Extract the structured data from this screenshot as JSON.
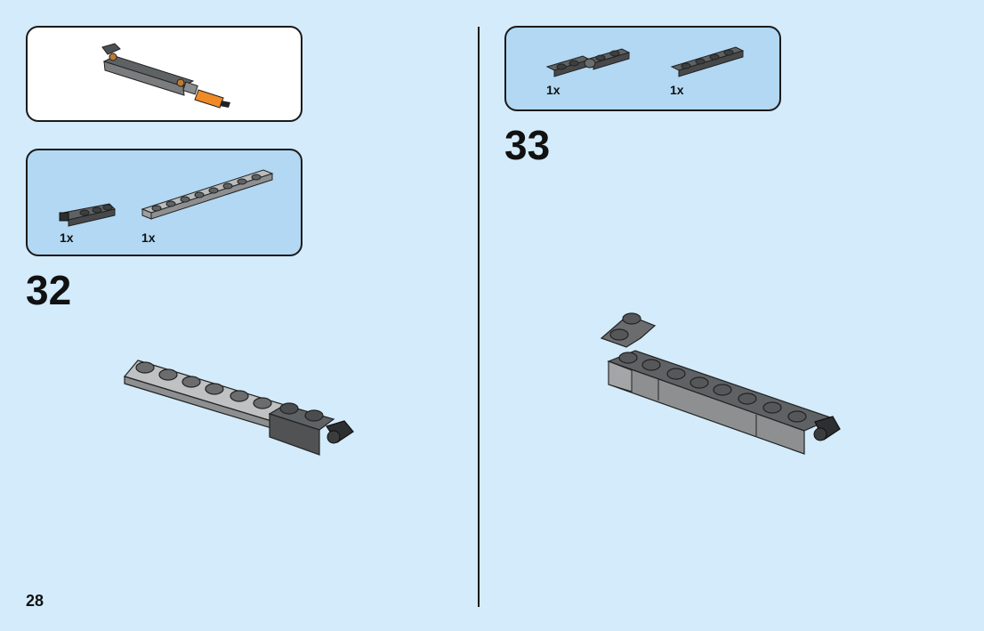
{
  "page_number": "28",
  "steps": [
    {
      "number": "32",
      "parts": [
        {
          "name": "dark-grey-2-stud-plate-with-clip",
          "qty": "1x"
        },
        {
          "name": "light-grey-1x8-plate",
          "qty": "1x"
        }
      ]
    },
    {
      "number": "33",
      "parts": [
        {
          "name": "dark-grey-hinge-plate",
          "qty": "1x"
        },
        {
          "name": "dark-grey-1x4-plate",
          "qty": "1x"
        }
      ]
    }
  ],
  "colors": {
    "background": "#d3ebfa",
    "parts_box": "#b2d8f3",
    "dark_grey": "#5f6264",
    "light_grey": "#a3a5a6",
    "orange": "#f08a24"
  }
}
